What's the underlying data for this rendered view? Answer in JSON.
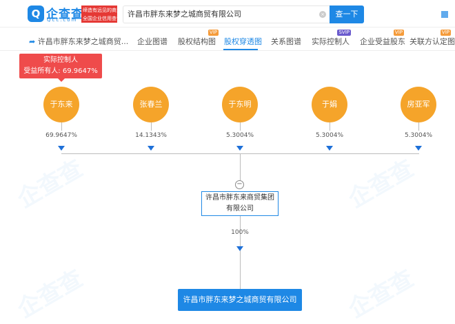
{
  "header": {
    "logo_text": "企查查",
    "logo_sub": "Qcc.com",
    "slogan_line1": "缔造有远见的商业传奇",
    "slogan_line2": "全国企业信用查询系统",
    "search_value": "许昌市胖东来梦之城商贸有限公司",
    "search_button": "查一下"
  },
  "nav": {
    "back_label": "许昌市胖东来梦之城商贸...",
    "tabs": [
      {
        "label": "企业图谱"
      },
      {
        "label": "股权结构图",
        "badge": "VIP"
      },
      {
        "label": "股权穿透图",
        "active": true
      },
      {
        "label": "关系图谱"
      },
      {
        "label": "实际控制人",
        "badge": "SVIP"
      },
      {
        "label": "企业受益股东",
        "badge": "VIP"
      },
      {
        "label": "关联方认定图",
        "badge": "VIP"
      }
    ]
  },
  "tooltip": {
    "title": "实际控制人",
    "detail": "受益所有人: 69.9647%"
  },
  "shareholders": [
    {
      "name": "于东来",
      "percent": "69.9647%"
    },
    {
      "name": "张春兰",
      "percent": "14.1343%"
    },
    {
      "name": "于东明",
      "percent": "5.3004%"
    },
    {
      "name": "于娟",
      "percent": "5.3004%"
    },
    {
      "name": "房亚军",
      "percent": "5.3004%"
    }
  ],
  "group": {
    "name_line1": "许昌市胖东来商贸集团",
    "name_line2": "有限公司",
    "percent": "100%",
    "collapse_icon": "minus-circle-icon"
  },
  "target": {
    "name": "许昌市胖东来梦之城商贸有限公司"
  },
  "colors": {
    "accent": "#1e88e5",
    "node": "#f5a42a",
    "tooltip": "#ef4b4b"
  }
}
